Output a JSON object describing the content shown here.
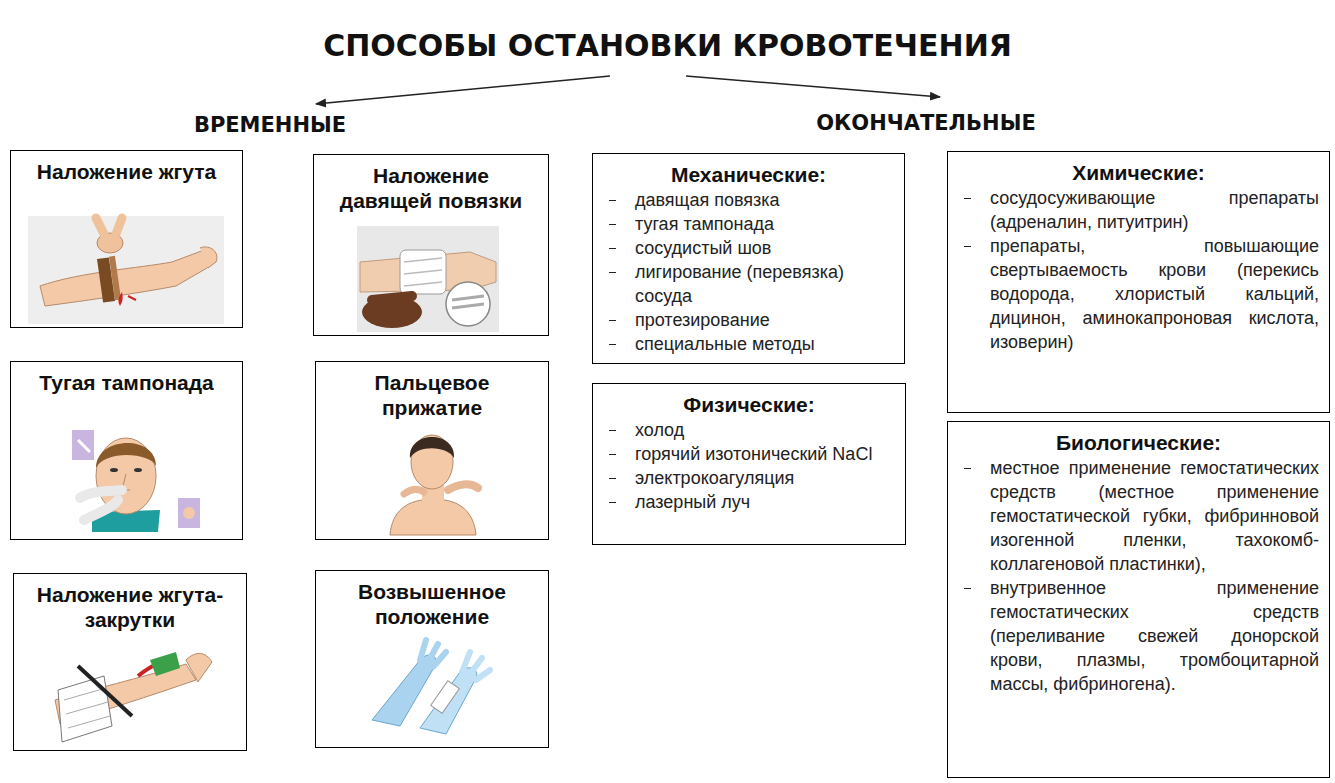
{
  "diagram": {
    "title": "СПОСОБЫ ОСТАНОВКИ КРОВОТЕЧЕНИЯ",
    "nodes": [
      {
        "text": [
          "Наложение жгута"
        ]
      },
      {
        "text": [
          "Наложение давящей повязки"
        ]
      },
      {
        "text": [
          "Тугая тампонада"
        ]
      },
      {
        "text": [
          "Пальцевое прижатие"
        ]
      },
      {
        "text": [
          "Наложение жгута-закрутки"
        ]
      },
      {
        "text": [
          "Возвышенное положение"
        ]
      },
      {
        "text": [
          "Механические:",
          "давящая повязка",
          "тугая тампонада",
          "сосудистый шов",
          "лигирование (перевязка) сосуда",
          "протезирование",
          "специальные методы"
        ]
      },
      {
        "text": [
          "Физические:",
          "холод",
          "горячий изотонический NaCl",
          "электрокоагуляция",
          "лазерный луч"
        ]
      },
      {
        "text": [
          "Химические:",
          "сосудосуживающие препараты (адреналин, питуитрин)",
          "препараты, повышающие свертываемость крови (перекись водорода, хлористый кальций, дицинон, аминокапроновая кислота, изоверин)"
        ]
      },
      {
        "text": [
          "Биологические:",
          "местное применение гемостатических средств (местное применение гемостатической губки, фибринновой изогенной пленки, тахокомб-коллагеновой пластинки),",
          "внутривенное применение гемостатических средств (переливание свежей донорской крови, плазмы, тромбоцитарной массы, фибриногена)."
        ]
      }
    ],
    "labels": [
      "ВРЕМЕННЫЕ",
      "ОКОНЧАТЕЛЬНЫЕ"
    ]
  }
}
